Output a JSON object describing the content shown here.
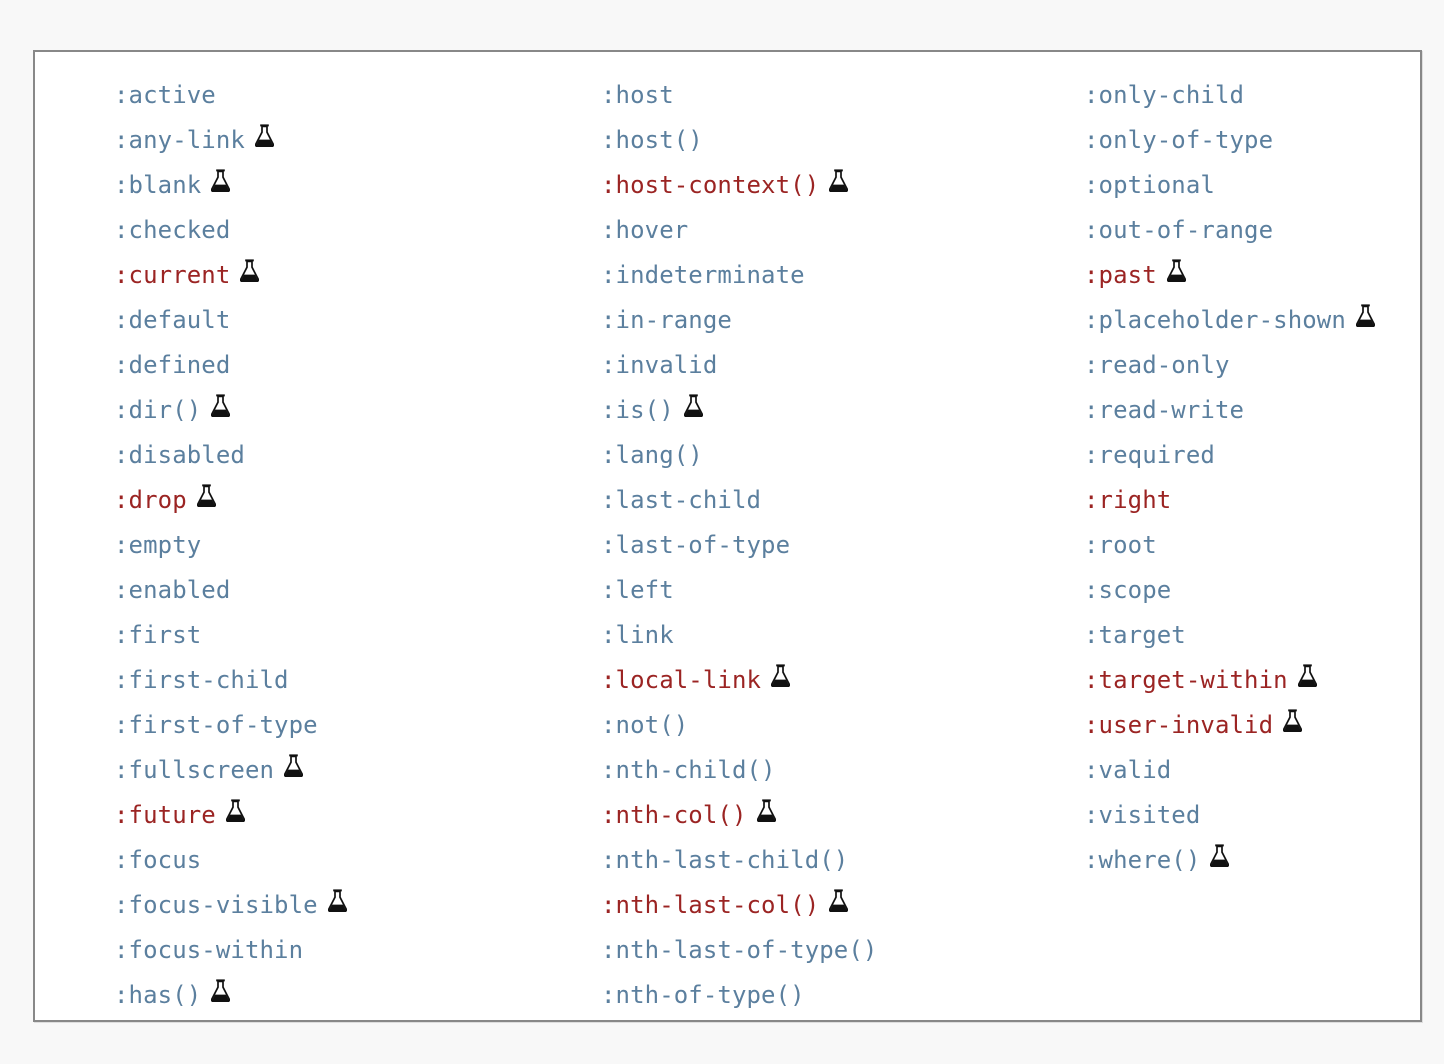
{
  "page": {
    "title": "CSS Pseudo-Class Selector Index",
    "background_color": "#f8f8f8",
    "card_background": "#ffffff",
    "card_border_color": "#888888"
  },
  "legend": {
    "standard_color": "#5b7f9e",
    "experimental_color": "#9b2423",
    "flask_icon_name": "flask-icon",
    "flask_icon_meaning": "experimental"
  },
  "columns": [
    {
      "name": "column-1",
      "items": [
        {
          "label": ":active",
          "experimental": false,
          "flask": false
        },
        {
          "label": ":any-link",
          "experimental": false,
          "flask": true
        },
        {
          "label": ":blank",
          "experimental": false,
          "flask": true
        },
        {
          "label": ":checked",
          "experimental": false,
          "flask": false
        },
        {
          "label": ":current",
          "experimental": true,
          "flask": true
        },
        {
          "label": ":default",
          "experimental": false,
          "flask": false
        },
        {
          "label": ":defined",
          "experimental": false,
          "flask": false
        },
        {
          "label": ":dir()",
          "experimental": false,
          "flask": true
        },
        {
          "label": ":disabled",
          "experimental": false,
          "flask": false
        },
        {
          "label": ":drop",
          "experimental": true,
          "flask": true
        },
        {
          "label": ":empty",
          "experimental": false,
          "flask": false
        },
        {
          "label": ":enabled",
          "experimental": false,
          "flask": false
        },
        {
          "label": ":first",
          "experimental": false,
          "flask": false
        },
        {
          "label": ":first-child",
          "experimental": false,
          "flask": false
        },
        {
          "label": ":first-of-type",
          "experimental": false,
          "flask": false
        },
        {
          "label": ":fullscreen",
          "experimental": false,
          "flask": true
        },
        {
          "label": ":future",
          "experimental": true,
          "flask": true
        },
        {
          "label": ":focus",
          "experimental": false,
          "flask": false
        },
        {
          "label": ":focus-visible",
          "experimental": false,
          "flask": true
        },
        {
          "label": ":focus-within",
          "experimental": false,
          "flask": false
        },
        {
          "label": ":has()",
          "experimental": false,
          "flask": true
        }
      ]
    },
    {
      "name": "column-2",
      "items": [
        {
          "label": ":host",
          "experimental": false,
          "flask": false
        },
        {
          "label": ":host()",
          "experimental": false,
          "flask": false
        },
        {
          "label": ":host-context()",
          "experimental": true,
          "flask": true
        },
        {
          "label": ":hover",
          "experimental": false,
          "flask": false
        },
        {
          "label": ":indeterminate",
          "experimental": false,
          "flask": false
        },
        {
          "label": ":in-range",
          "experimental": false,
          "flask": false
        },
        {
          "label": ":invalid",
          "experimental": false,
          "flask": false
        },
        {
          "label": ":is()",
          "experimental": false,
          "flask": true
        },
        {
          "label": ":lang()",
          "experimental": false,
          "flask": false
        },
        {
          "label": ":last-child",
          "experimental": false,
          "flask": false
        },
        {
          "label": ":last-of-type",
          "experimental": false,
          "flask": false
        },
        {
          "label": ":left",
          "experimental": false,
          "flask": false
        },
        {
          "label": ":link",
          "experimental": false,
          "flask": false
        },
        {
          "label": ":local-link",
          "experimental": true,
          "flask": true
        },
        {
          "label": ":not()",
          "experimental": false,
          "flask": false
        },
        {
          "label": ":nth-child()",
          "experimental": false,
          "flask": false
        },
        {
          "label": ":nth-col()",
          "experimental": true,
          "flask": true
        },
        {
          "label": ":nth-last-child()",
          "experimental": false,
          "flask": false
        },
        {
          "label": ":nth-last-col()",
          "experimental": true,
          "flask": true
        },
        {
          "label": ":nth-last-of-type()",
          "experimental": false,
          "flask": false
        },
        {
          "label": ":nth-of-type()",
          "experimental": false,
          "flask": false
        }
      ]
    },
    {
      "name": "column-3",
      "items": [
        {
          "label": ":only-child",
          "experimental": false,
          "flask": false
        },
        {
          "label": ":only-of-type",
          "experimental": false,
          "flask": false
        },
        {
          "label": ":optional",
          "experimental": false,
          "flask": false
        },
        {
          "label": ":out-of-range",
          "experimental": false,
          "flask": false
        },
        {
          "label": ":past",
          "experimental": true,
          "flask": true
        },
        {
          "label": ":placeholder-shown",
          "experimental": false,
          "flask": true
        },
        {
          "label": ":read-only",
          "experimental": false,
          "flask": false
        },
        {
          "label": ":read-write",
          "experimental": false,
          "flask": false
        },
        {
          "label": ":required",
          "experimental": false,
          "flask": false
        },
        {
          "label": ":right",
          "experimental": true,
          "flask": false
        },
        {
          "label": ":root",
          "experimental": false,
          "flask": false
        },
        {
          "label": ":scope",
          "experimental": false,
          "flask": false
        },
        {
          "label": ":target",
          "experimental": false,
          "flask": false
        },
        {
          "label": ":target-within",
          "experimental": true,
          "flask": true
        },
        {
          "label": ":user-invalid",
          "experimental": true,
          "flask": true
        },
        {
          "label": ":valid",
          "experimental": false,
          "flask": false
        },
        {
          "label": ":visited",
          "experimental": false,
          "flask": false
        },
        {
          "label": ":where()",
          "experimental": false,
          "flask": true
        }
      ]
    }
  ]
}
